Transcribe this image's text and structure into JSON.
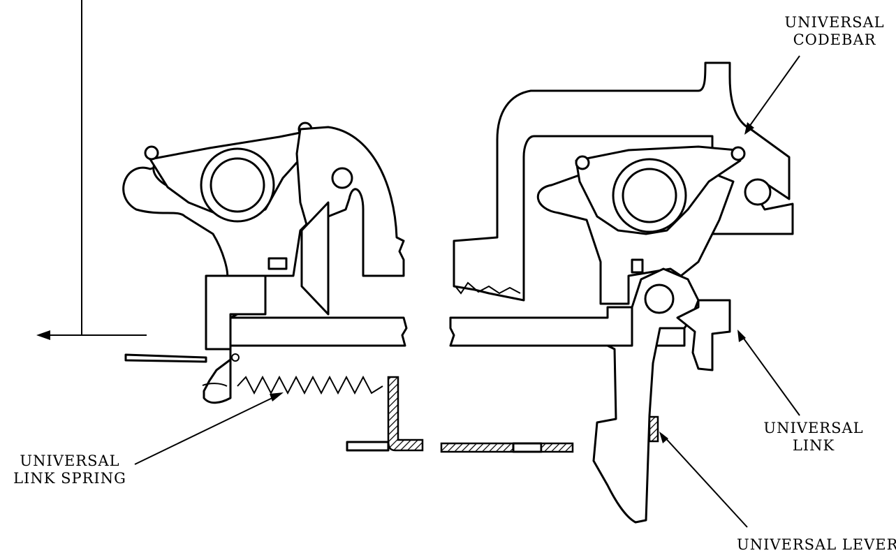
{
  "labels": {
    "universal_codebar": [
      "UNIVERSAL",
      "CODEBAR"
    ],
    "universal_link": [
      "UNIVERSAL",
      "LINK"
    ],
    "universal_link_spring": [
      "UNIVERSAL",
      "LINK SPRING"
    ],
    "universal_lever": "UNIVERSAL LEVER"
  },
  "colors": {
    "line": "#000000",
    "background": "#ffffff"
  }
}
